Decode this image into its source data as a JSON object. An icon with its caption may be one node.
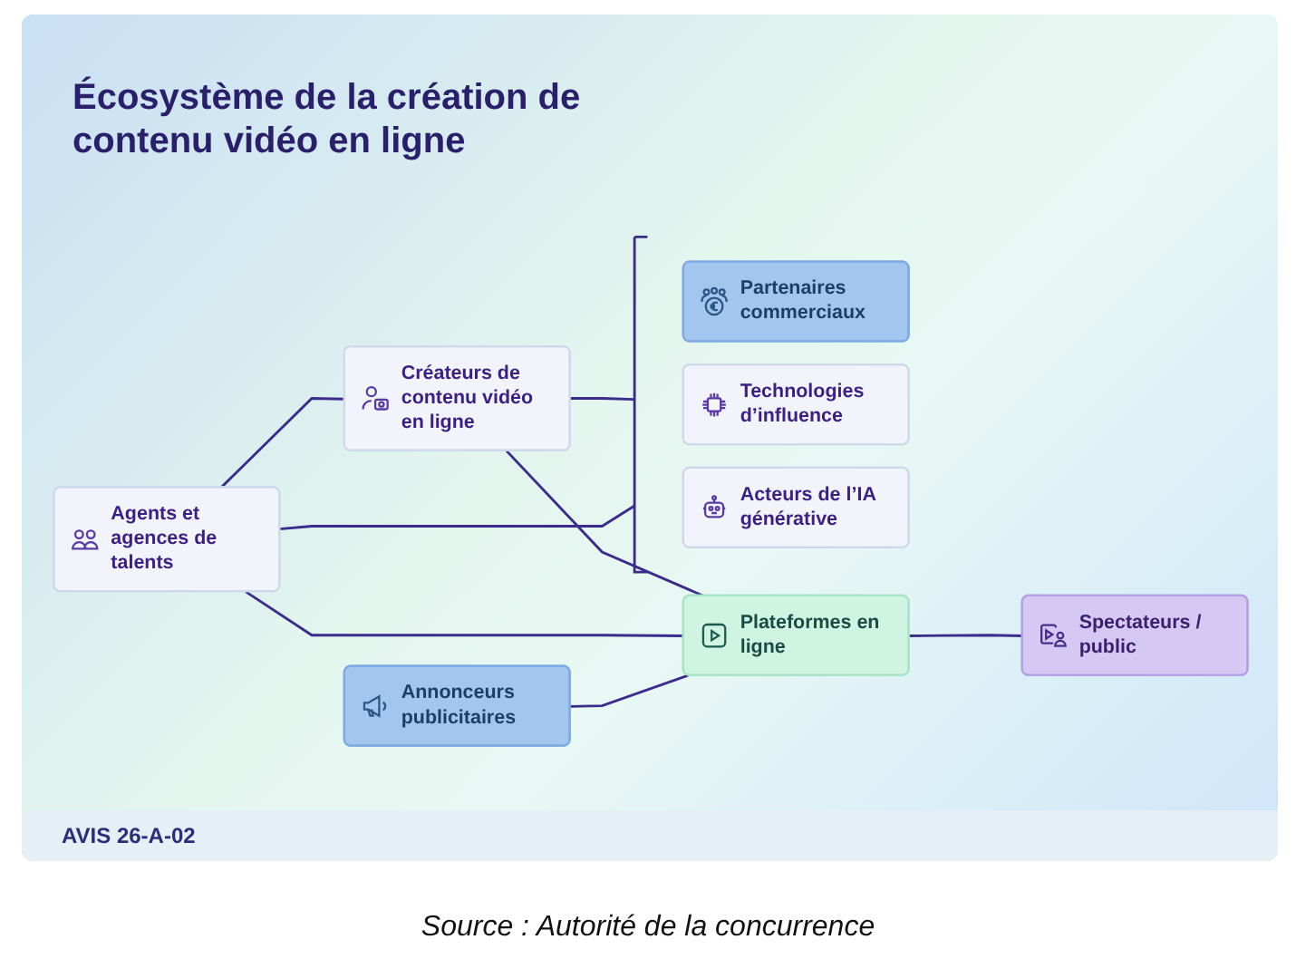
{
  "diagram": {
    "title": "Écosystème de la création de contenu vidéo en ligne",
    "caption": "Source : Autorité de la concurrence",
    "nodes": [
      {
        "text": [],
        "shape": "bracket"
      },
      {
        "text": [
          "Partenaires commerciaux"
        ],
        "in": 0
      },
      {
        "text": [
          "Technologies d’influence"
        ],
        "in": 0
      },
      {
        "text": [
          "Acteurs de l’IA générative"
        ],
        "in": 0
      },
      {
        "text": [
          "Créateurs de contenu vidéo en ligne"
        ]
      },
      {
        "text": [
          "Agents et agences de talents"
        ]
      },
      {
        "text": [
          "Annonceurs publicitaires"
        ]
      },
      {
        "text": [
          "Plateformes en ligne"
        ]
      },
      {
        "text": [
          "Spectateurs / public"
        ]
      }
    ],
    "edges": [
      {
        "from": 4,
        "to": 0,
        "arrow": "none"
      },
      {
        "from": 5,
        "to": 4,
        "arrow": "none"
      },
      {
        "from": 5,
        "to": 0,
        "arrow": "none"
      },
      {
        "from": 4,
        "to": 7,
        "arrow": "none"
      },
      {
        "from": 5,
        "to": 7,
        "arrow": "none"
      },
      {
        "from": 6,
        "to": 7,
        "arrow": "none"
      },
      {
        "from": 7,
        "to": 8,
        "arrow": "none"
      }
    ],
    "labels": [
      "AVIS 26-A-02"
    ]
  }
}
